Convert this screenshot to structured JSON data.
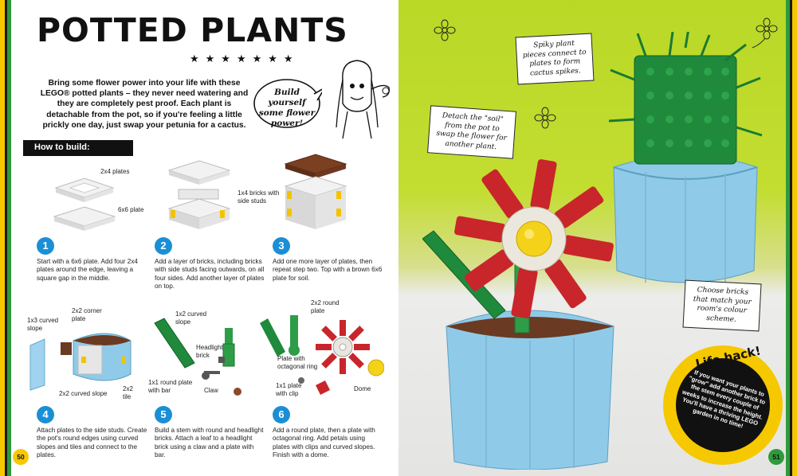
{
  "left": {
    "title": "POTTED PLANTS",
    "stars": "★★★★★★★",
    "intro": "Bring some flower power into your life with these LEGO® potted plants – they never need watering and they are completely pest proof. Each plant is detachable from the pot, so if you're feeling a little prickly one day, just swap your petunia for a cactus.",
    "bubble": "Build yourself some flower power!",
    "how_to_build": "How to build:",
    "callouts": {
      "c1a": "2x4 plates",
      "c1b": "6x6 plate",
      "c2a": "1x4 bricks with side studs",
      "c4a": "2x2 corner plate",
      "c4b": "1x3 curved slope",
      "c4c": "2x2 curved slope",
      "c4d": "2x2 tile",
      "c5a": "1x2 curved slope",
      "c5b": "Headlight brick",
      "c5c": "1x1 round plate with bar",
      "c5d": "Claw",
      "c6a": "2x2 round plate",
      "c6b": "Plate with octagonal ring",
      "c6c": "1x1 plate with clip",
      "c6d": "Dome"
    },
    "steps": [
      {
        "num": "1",
        "text": "Start with a 6x6 plate. Add four 2x4 plates around the edge, leaving a square gap in the middle."
      },
      {
        "num": "2",
        "text": "Add a layer of bricks, including bricks with side studs facing outwards, on all four sides. Add another layer of plates on top."
      },
      {
        "num": "3",
        "text": "Add one more layer of plates, then repeat step two. Top with a brown 6x6 plate for soil."
      },
      {
        "num": "4",
        "text": "Attach plates to the side studs. Create the pot's round edges using curved slopes and tiles and connect to the plates."
      },
      {
        "num": "5",
        "text": "Build a stem with round and headlight bricks. Attach a leaf to a headlight brick using a claw and a plate with bar."
      },
      {
        "num": "6",
        "text": "Add a round plate, then a plate with octagonal ring. Add petals using plates with clips and curved slopes. Finish with a dome."
      }
    ],
    "page_number": "50"
  },
  "right": {
    "notes": {
      "spiky": "Spiky plant pieces connect to plates to form cactus spikes.",
      "soil": "Detach the \"soil\" from the pot to swap the flower for another plant.",
      "bricks": "Choose bricks that match your room's colour scheme."
    },
    "life_hack_title": "Life hack!",
    "life_hack_text": "If you want your plants to \"grow\" add another brick to the stem every couple of weeks to increase the height. You'll have a thriving LEGO garden in no time!",
    "page_number": "51"
  },
  "colors": {
    "step_blue": "#1a8fd6",
    "pot_blue": "#8fcbe8",
    "plant_green": "#1f8a3b",
    "petal_red": "#c8262b",
    "soil_brown": "#6b3a22",
    "accent_yellow": "#f6c800"
  }
}
